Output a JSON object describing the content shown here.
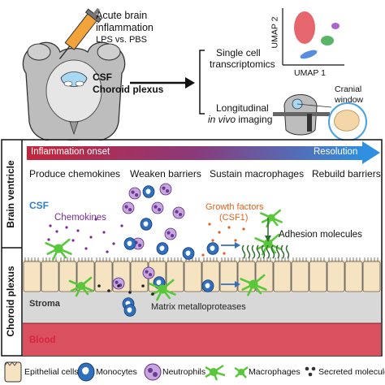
{
  "top": {
    "injection_line1": "Acute brain",
    "injection_line2": "inflammation",
    "injection_line3": "LPS vs. PBS",
    "csf": "CSF",
    "choroid_plexus": "Choroid plexus",
    "sc_line1": "Single cell",
    "sc_line2": "transcriptomics",
    "umap_x": "UMAP 1",
    "umap_y": "UMAP 2",
    "long_line1": "Longitudinal",
    "long_line2_italic": "in vivo",
    "long_line2_rest": " imaging",
    "cranial_line1": "Cranial",
    "cranial_line2": "window"
  },
  "panel": {
    "side_upper": "Brain ventricle",
    "side_lower": "Choroid plexus",
    "arrow_start": "Inflammation onset",
    "arrow_end": "Resolution",
    "stages": [
      "Produce chemokines",
      "Weaken barriers",
      "Sustain macrophages",
      "Rebuild barriers"
    ],
    "csf": "CSF",
    "chemokines": "Chemokines",
    "growth_line1": "Growth factors",
    "growth_line2": "(CSF1)",
    "adhesion": "Adhesion molecules",
    "stroma": "Stroma",
    "mmp": "Matrix metalloproteases",
    "blood": "Blood"
  },
  "legend": {
    "items": [
      "Epithelial cells",
      "Monocytes",
      "Neutrophils",
      "Macrophages",
      "Secreted molecules"
    ]
  },
  "colors": {
    "gradient_start": "#c4263a",
    "gradient_end": "#2f8fe0",
    "csf_text": "#2f7fd0",
    "chemokines_text": "#7a2a9a",
    "growth_text": "#e0621e",
    "blood_text": "#d7263d",
    "blood_fill": "#d9505f",
    "stroma_fill": "#d8d8d8",
    "epithelium_fill": "#f6e3c2",
    "macrophage": "#58c83a",
    "monocyte": "#2f6fbf",
    "neutrophil": "#9b6bc0",
    "adhesion": "#2d6a2d"
  }
}
